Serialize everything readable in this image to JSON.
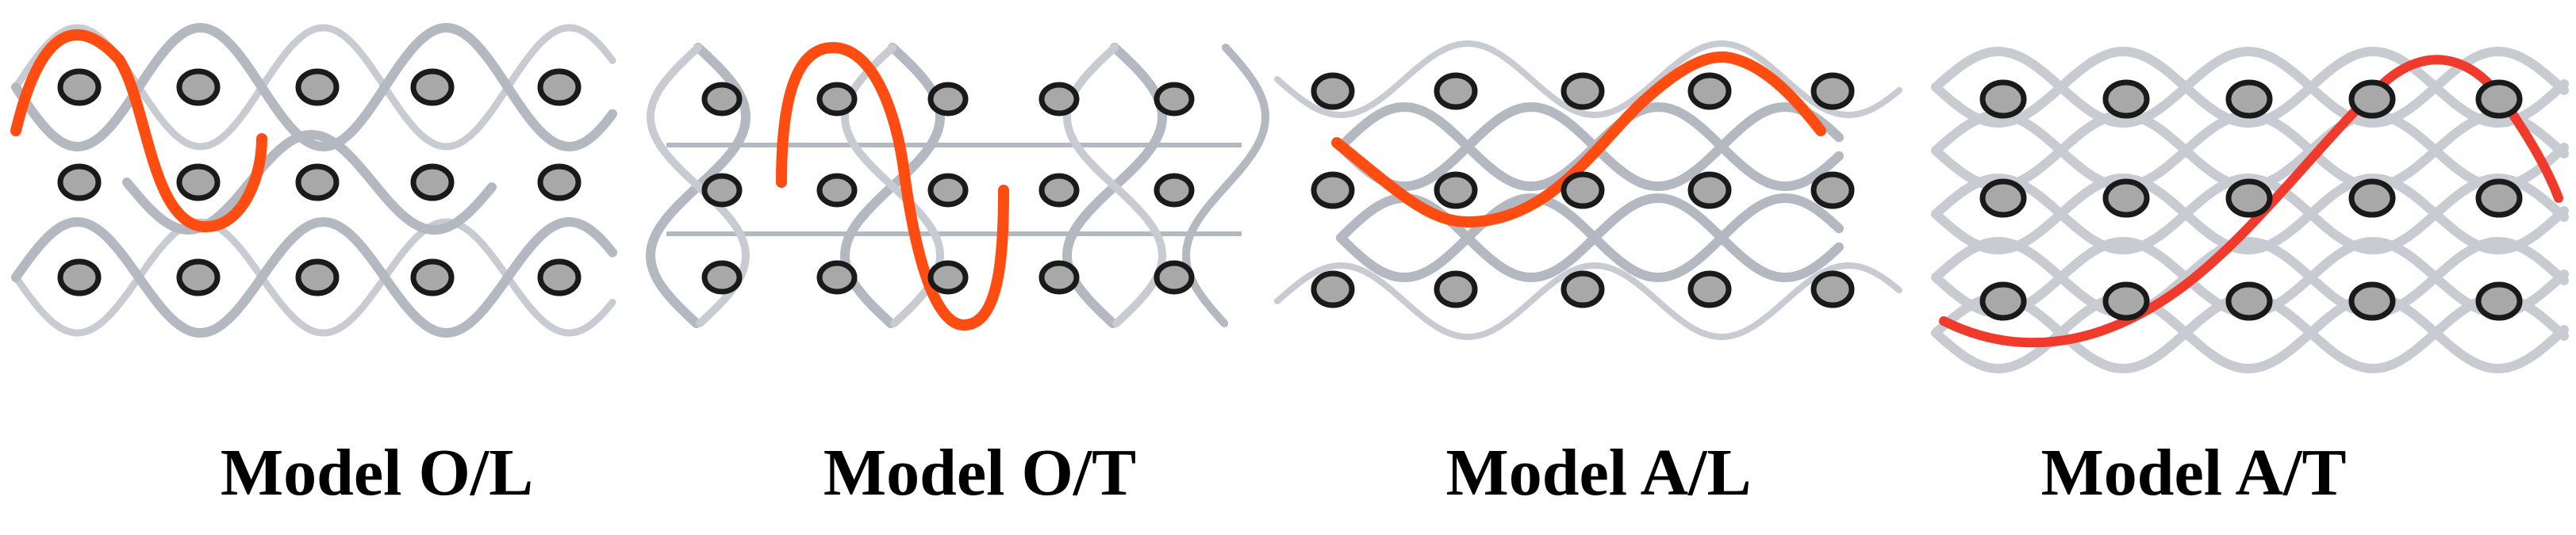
{
  "panels": [
    {
      "id": "ol",
      "label": "Model O/L"
    },
    {
      "id": "ot",
      "label": "Model O/T"
    },
    {
      "id": "al",
      "label": "Model A/L"
    },
    {
      "id": "at",
      "label": "Model A/T"
    }
  ],
  "colors": {
    "fiber": "#b4b8c0",
    "fiber_light": "#c8ccd2",
    "highlight": "#ff4d12",
    "highlight_at": "#f03a2c",
    "node_fill": "#a8a8a8",
    "node_stroke": "#1a1a1a"
  }
}
